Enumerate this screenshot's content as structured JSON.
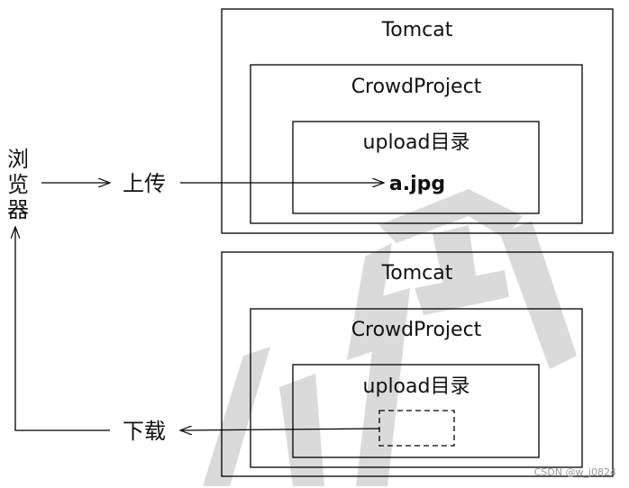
{
  "browser_label": "浏览器",
  "upload_label": "上传",
  "download_label": "下载",
  "top": {
    "server": "Tomcat",
    "project": "CrowdProject",
    "folder": "upload目录",
    "file": "a.jpg"
  },
  "bottom": {
    "server": "Tomcat",
    "project": "CrowdProject",
    "folder": "upload目录"
  },
  "watermark": "CSDN @w_j0824",
  "colors": {
    "line": "#000000",
    "text": "#111111",
    "watermark_shape": "#d9d9d9"
  }
}
